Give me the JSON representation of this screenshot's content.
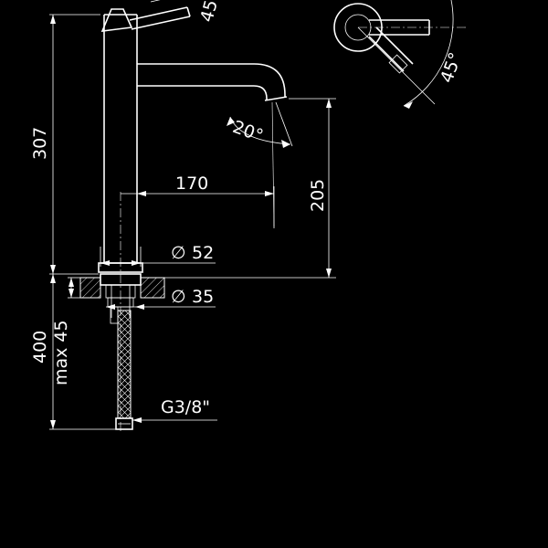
{
  "dimensions": {
    "total_height": "307",
    "spout_reach": "170",
    "spout_height": "205",
    "base_diameter": "52",
    "hole_diameter": "35",
    "hose_length": "400",
    "max_deck_thickness": "max 45",
    "connection_thread": "G3/8\""
  },
  "angles": {
    "lever_side": "45°",
    "spout_swivel": "20°",
    "lever_top": "45°"
  },
  "symbols": {
    "diameter": "∅"
  }
}
